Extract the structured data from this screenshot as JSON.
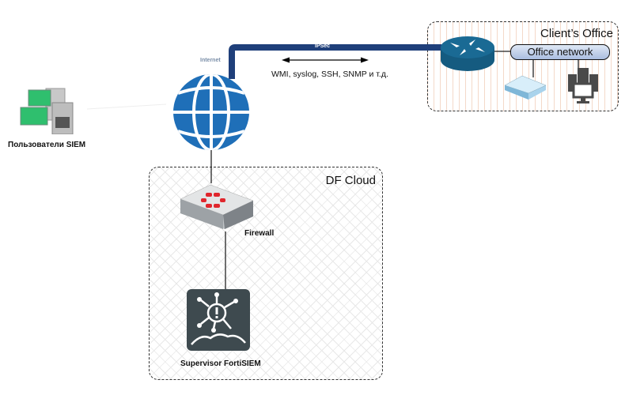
{
  "diagram": {
    "nodes": {
      "users": {
        "label": "Пользователи SIEM",
        "icon": "workstations-icon"
      },
      "internet": {
        "label": "Internet",
        "icon": "globe-icon"
      },
      "firewall": {
        "label": "Firewall",
        "icon": "fortigate-firewall-icon"
      },
      "supervisor": {
        "label": "Supervisor FortiSIEM",
        "icon": "fortisiem-icon"
      },
      "router": {
        "icon": "router-icon"
      },
      "office_network": {
        "label": "Office network"
      },
      "appliance": {
        "icon": "network-appliance-icon"
      },
      "servers": {
        "icon": "servers-workstation-icon"
      }
    },
    "zones": {
      "client": {
        "label": "Client’s Office"
      },
      "cloud": {
        "label": "DF Cloud"
      }
    },
    "tunnel": {
      "label": "IPSec",
      "protocols": "WMI, syslog, SSH, SNMP и т.д."
    },
    "colors": {
      "tunnel": "#1f3f7a",
      "globe": "#1f6fb8",
      "router": "#1a6a94",
      "fortinet_red": "#e0262d",
      "siem_tile": "#3e4a4f",
      "workstation_screen": "#2fbf6e"
    }
  }
}
